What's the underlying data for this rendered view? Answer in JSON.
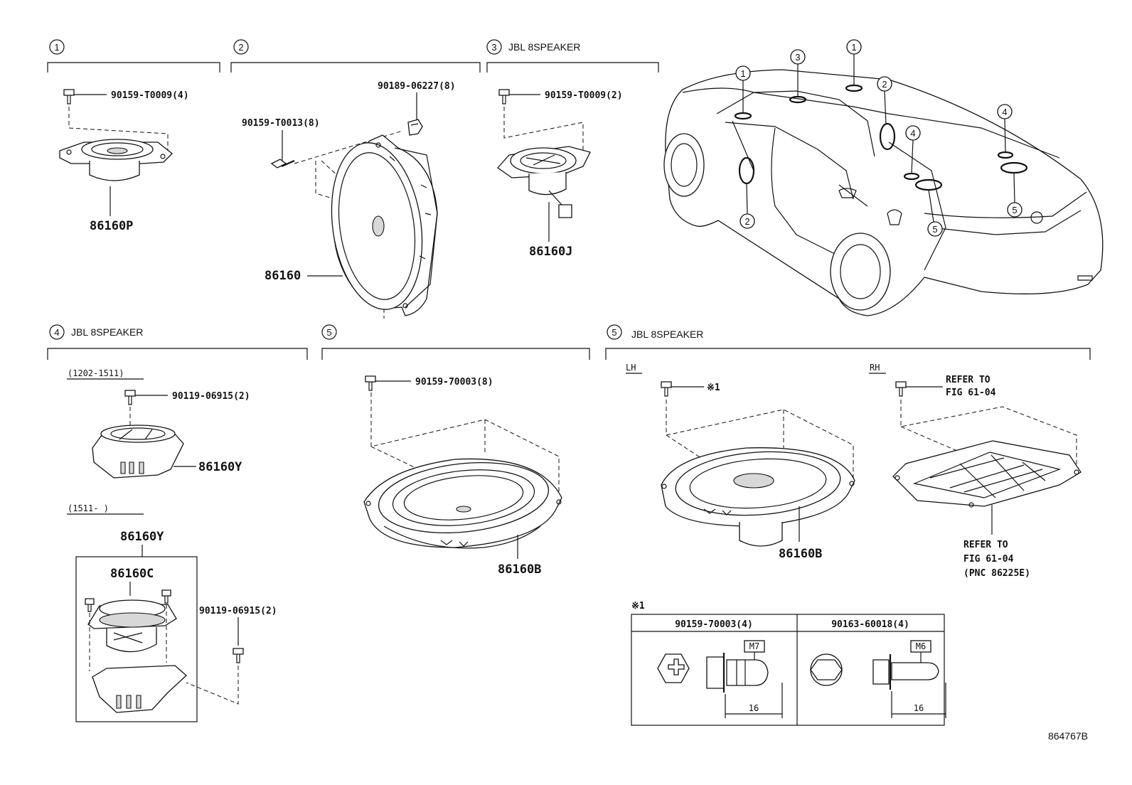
{
  "sections": [
    {
      "num": "1",
      "label": ""
    },
    {
      "num": "2",
      "label": ""
    },
    {
      "num": "3",
      "label": "JBL 8SPEAKER"
    },
    {
      "num": "4",
      "label": "JBL 8SPEAKER"
    },
    {
      "num": "5",
      "label": ""
    },
    {
      "num": "5",
      "label": "JBL 8SPEAKER"
    }
  ],
  "parts": {
    "s1_bolt": "90159-T0009(4)",
    "s1_speaker": "86160P",
    "s2_clip": "90189-06227(8)",
    "s2_screw": "90159-T0013(8)",
    "s2_speaker": "86160",
    "s3_bolt": "90159-T0009(2)",
    "s3_speaker": "86160J",
    "s4_range1": "(1202-1511)",
    "s4_bolt1": "90119-06915(2)",
    "s4_speaker1": "86160Y",
    "s4_range2": "(1511-      )",
    "s4_assy": "86160Y",
    "s4_sub": "86160C",
    "s4_bolt2": "90119-06915(2)",
    "s5_bolt": "90159-70003(8)",
    "s5_speaker": "86160B",
    "s6_lh": "LH",
    "s6_rh": "RH",
    "s6_note_mark": "※1",
    "s6_refer1_line1": "REFER TO",
    "s6_refer1_line2": "FIG 61-04",
    "s6_speaker": "86160B",
    "s6_refer2_line1": "REFER TO",
    "s6_refer2_line2": "FIG 61-04",
    "s6_refer2_line3": "(PNC 86225E)"
  },
  "car_callouts": [
    "1",
    "3",
    "1",
    "2",
    "4",
    "4",
    "2",
    "5",
    "5"
  ],
  "note_table": {
    "mark": "※1",
    "col1": {
      "part": "90159-70003(4)",
      "size": "M7",
      "length": "16"
    },
    "col2": {
      "part": "90163-60018(4)",
      "size": "M6",
      "length": "16"
    }
  },
  "figure_id": "864767B"
}
